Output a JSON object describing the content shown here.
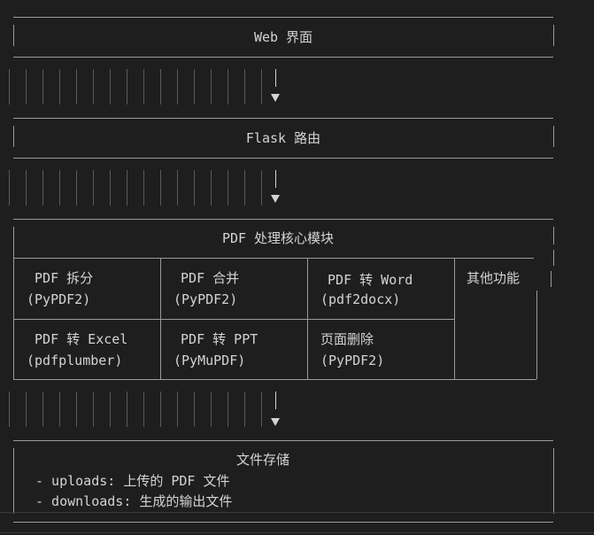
{
  "web_box": {
    "title": "Web 界面"
  },
  "flask_box": {
    "title": "Flask 路由"
  },
  "core_box": {
    "title": "PDF 处理核心模块",
    "cells": [
      {
        "line1": " PDF 拆分",
        "line2": "(PyPDF2)"
      },
      {
        "line1": " PDF 合并",
        "line2": "(PyPDF2)"
      },
      {
        "line1": " PDF 转 Word",
        "line2": "(pdf2docx)"
      },
      {
        "line1": "其他功能",
        "line2": ""
      },
      {
        "line1": " PDF 转 Excel",
        "line2": "(pdfplumber)"
      },
      {
        "line1": " PDF 转 PPT",
        "line2": "(PyMuPDF)"
      },
      {
        "line1": "页面删除",
        "line2": "(PyPDF2)"
      }
    ]
  },
  "storage_box": {
    "title": "文件存储",
    "items": [
      "- uploads: 上传的 PDF 文件",
      "- downloads: 生成的输出文件"
    ]
  }
}
